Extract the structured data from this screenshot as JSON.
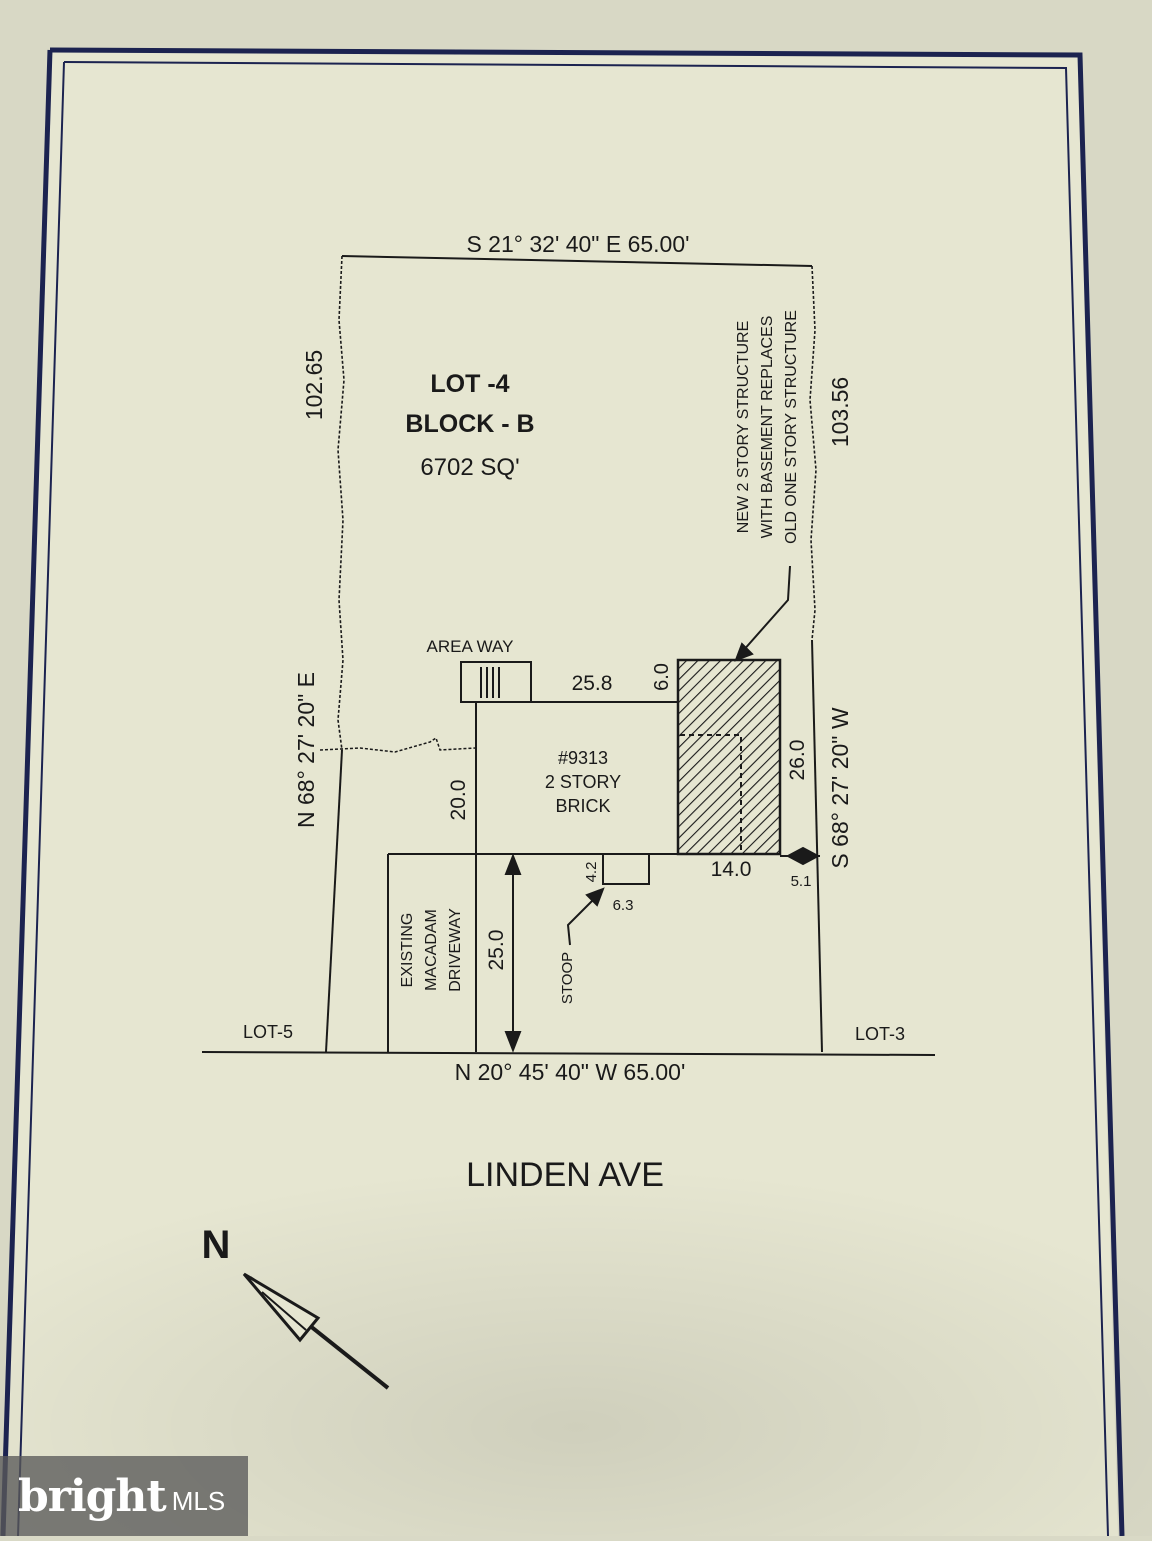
{
  "lot": {
    "number": "LOT -4",
    "block": "BLOCK - B",
    "area": "6702 SQ'"
  },
  "bearings": {
    "top": "S 21° 32' 40\" E 65.00'",
    "bottom": "N 20° 45' 40\" W 65.00'",
    "left_bearing": "N 68° 27' 20\" E",
    "left_distance": "102.65",
    "right_bearing": "S 68° 27' 20\" W",
    "right_distance": "103.56"
  },
  "structure_note": [
    "NEW 2 STORY STRUCTURE",
    "WITH BASEMENT REPLACES",
    "OLD ONE STORY STRUCTURE"
  ],
  "house": {
    "number": "#9313",
    "line2": "2 STORY",
    "line3": "BRICK"
  },
  "labels": {
    "areaway": "AREA WAY",
    "stoop": "STOOP",
    "driveway": [
      "EXISTING",
      "MACADAM",
      "DRIVEWAY"
    ],
    "lot_left": "LOT-5",
    "lot_right": "LOT-3",
    "street": "LINDEN AVE",
    "north": "N"
  },
  "dimensions": {
    "d25_8": "25.8",
    "d6_0": "6.0",
    "d26_0": "26.0",
    "d20_0": "20.0",
    "d14_0": "14.0",
    "d5_1": "5.1",
    "d4_2": "4.2",
    "d6_3": "6.3",
    "d25_0": "25.0"
  },
  "watermark": {
    "brand": "bright",
    "suffix": "MLS"
  },
  "colors": {
    "paper": "#e6e6d1",
    "ink": "#1a1a1a",
    "border": "#1c2350"
  }
}
